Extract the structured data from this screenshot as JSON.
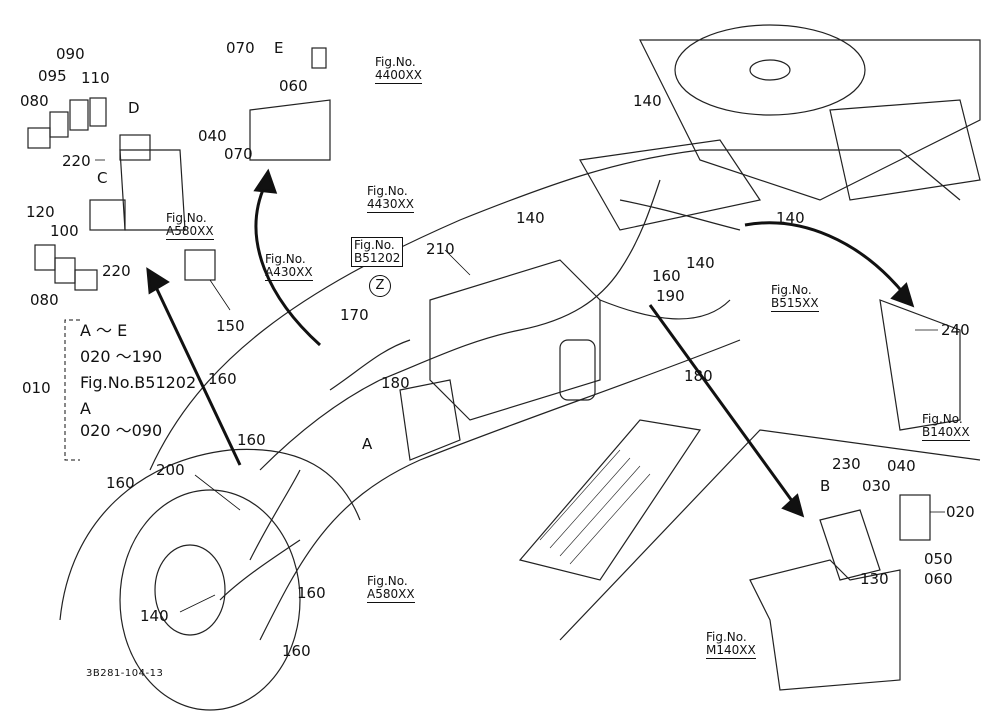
{
  "figure_code": "3B281-104-13",
  "part_numbers": {
    "p010": "010",
    "p020": "020",
    "p030": "030",
    "p040": "040",
    "p050": "050",
    "p060": "060",
    "p070": "070",
    "p080": "080",
    "p090": "090",
    "p095": "095",
    "p100": "100",
    "p110": "110",
    "p120": "120",
    "p130": "130",
    "p140": "140",
    "p150": "150",
    "p160": "160",
    "p170": "170",
    "p180": "180",
    "p190": "190",
    "p200": "200",
    "p210": "210",
    "p220": "220",
    "p230": "230",
    "p240": "240"
  },
  "letters": {
    "A": "A",
    "B": "B",
    "C": "C",
    "D": "D",
    "E": "E",
    "Z": "Z"
  },
  "fig_refs": {
    "prefix": "Fig.No.",
    "r4400": "4400XX",
    "r4430": "4430XX",
    "rA580": "A580XX",
    "rA430": "A430XX",
    "rB51202": "B51202",
    "rB515": "B515XX",
    "rB140": "B140XX",
    "rM140": "M140XX"
  },
  "legend": {
    "line1": "A ～ E",
    "line2": "020 ～190",
    "line3": "Fig.No.B51202",
    "line4": "A",
    "line5": "020 ～090"
  }
}
